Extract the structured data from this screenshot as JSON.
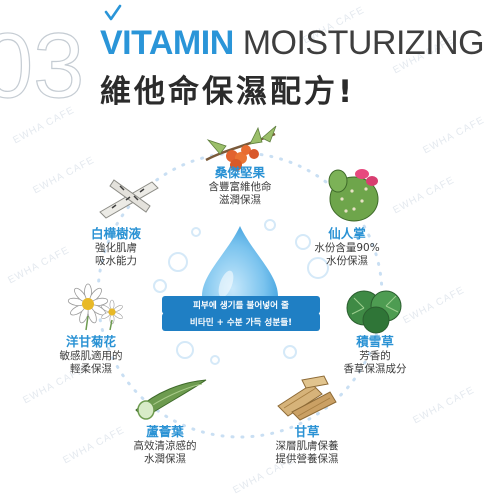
{
  "header": {
    "number": "03",
    "vitamin": "VITAMIN",
    "moisturizing": "MOISTURIZING",
    "subtitle": "維他命保濕配方!"
  },
  "center": {
    "line1": "피부에 생기를 불어넣어 줄",
    "line2": "비타민 + 수분 가득 성분들!"
  },
  "ingredients": [
    {
      "name": "桑傑堅果",
      "desc": [
        "含豐富維他命",
        "滋潤保濕"
      ]
    },
    {
      "name": "仙人掌",
      "desc": [
        "水份含量90%",
        "水份保濕"
      ]
    },
    {
      "name": "積雪草",
      "desc": [
        "芳香的",
        "香草保濕成分"
      ]
    },
    {
      "name": "甘草",
      "desc": [
        "深層肌膚保養",
        "提供營養保濕"
      ]
    },
    {
      "name": "蘆薈葉",
      "desc": [
        "高效清涼感的",
        "水潤保濕"
      ]
    },
    {
      "name": "洋甘菊花",
      "desc": [
        "敏感肌適用的",
        "輕柔保濕"
      ]
    },
    {
      "name": "白樺樹液",
      "desc": [
        "強化肌膚",
        "吸水能力"
      ]
    }
  ],
  "watermark": "EWHA CAFE",
  "colors": {
    "accent": "#2a95d8",
    "ring": "#c9dff3",
    "drop": "#7ac3ee"
  },
  "icons": [
    "check-icon",
    "sea-buckthorn-icon",
    "cactus-icon",
    "centella-icon",
    "licorice-icon",
    "aloe-icon",
    "chamomile-icon",
    "birch-icon",
    "water-drop-icon"
  ]
}
